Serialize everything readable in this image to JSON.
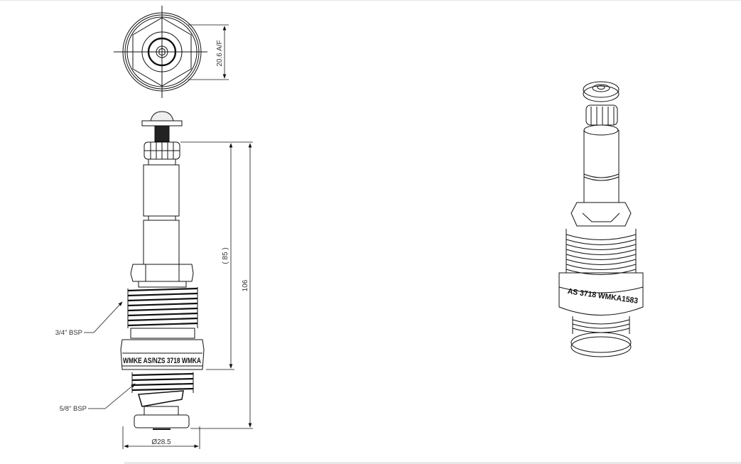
{
  "drawing": {
    "top_view": {
      "dimension_label": "20.6 A/F"
    },
    "side_view": {
      "dim_overall": "106",
      "dim_reference": "( 85 )",
      "dim_diameter": "Ø28.5",
      "callout_upper_thread": "3/4\" BSP",
      "callout_lower_thread": "5/8\" BSP",
      "body_marking": "WMKE AS/NZS 3718 WMKA"
    },
    "iso_view": {
      "body_marking": "AS 3718 WMKA1583"
    }
  },
  "colors": {
    "line": "#111111",
    "dim_line": "#333333",
    "background": "#ffffff"
  }
}
